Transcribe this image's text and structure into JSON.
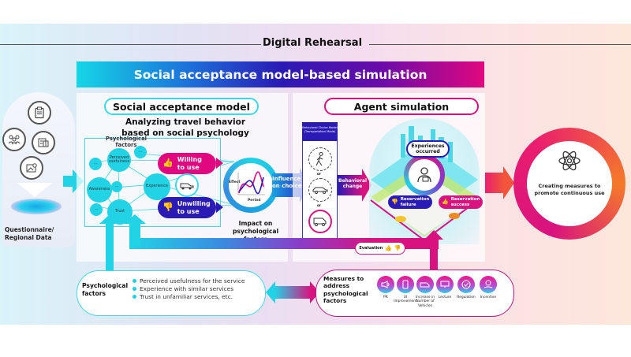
{
  "header": {
    "title": "Digital Rehearsal",
    "banner": "Social acceptance model-based simulation"
  },
  "input": {
    "label_line1": "Questionnaire/",
    "label_line2": "Regional Data",
    "icons": [
      "clipboard-icon",
      "people-group-icon",
      "building-icon",
      "map-pin-icon"
    ]
  },
  "social_model": {
    "title": "Social acceptance model",
    "subtitle_line1": "Analyzing travel behavior",
    "subtitle_line2": "based on social psychology",
    "network_title_line1": "Psychological",
    "network_title_line2": "factors",
    "nodes": {
      "perceived": "Perceived usefulness",
      "awareness": "Awareness",
      "experience": "Experience",
      "trust": "Trust",
      "ellipsis": "..."
    },
    "willing": "Willing to use",
    "unwilling": "Unwilling to use",
    "graph_effect": "Effect",
    "graph_period": "Period",
    "impact_line1": "Impact on",
    "impact_line2": "psychological",
    "impact_line3": "factors",
    "influence": "Influence on choices"
  },
  "agent": {
    "title": "Agent simulation",
    "choice_model_line1": "Behavioral Choice Model",
    "choice_model_line2": "(Transportation Mode)",
    "or": "or",
    "behavioral_change": "Behavioral change",
    "experiences_line1": "Experiences",
    "experiences_line2": "occurred",
    "reservation_failure": "Reservation failure",
    "reservation_success": "Reservation success",
    "evaluation": "Evaluation"
  },
  "outcome": {
    "line1": "Creating measures to",
    "line2": "promote continuous use"
  },
  "psych_factors": {
    "title_line1": "Psychological",
    "title_line2": "factors",
    "bullets": [
      "Perceived usefulness for the service",
      "Experience with similar services",
      "Trust in unfamiliar services, etc."
    ]
  },
  "measures": {
    "title_line1": "Measures to",
    "title_line2": "address",
    "title_line3": "psychological",
    "title_line4": "factors",
    "items": [
      {
        "label": "PR",
        "icon": "megaphone-icon"
      },
      {
        "label": "UI Improvement",
        "icon": "smartphone-icon"
      },
      {
        "label": "Increase in Number of Vehicles",
        "icon": "van-icon"
      },
      {
        "label": "Lecture",
        "icon": "presentation-icon"
      },
      {
        "label": "Regulation",
        "icon": "checkmark-icon"
      },
      {
        "label": "Incentive",
        "icon": "coin-hand-icon"
      }
    ]
  },
  "colors": {
    "cyan": "#22d3e6",
    "magenta": "#e0077f",
    "navy": "#2a1bb4",
    "orange": "#f47a2a"
  }
}
